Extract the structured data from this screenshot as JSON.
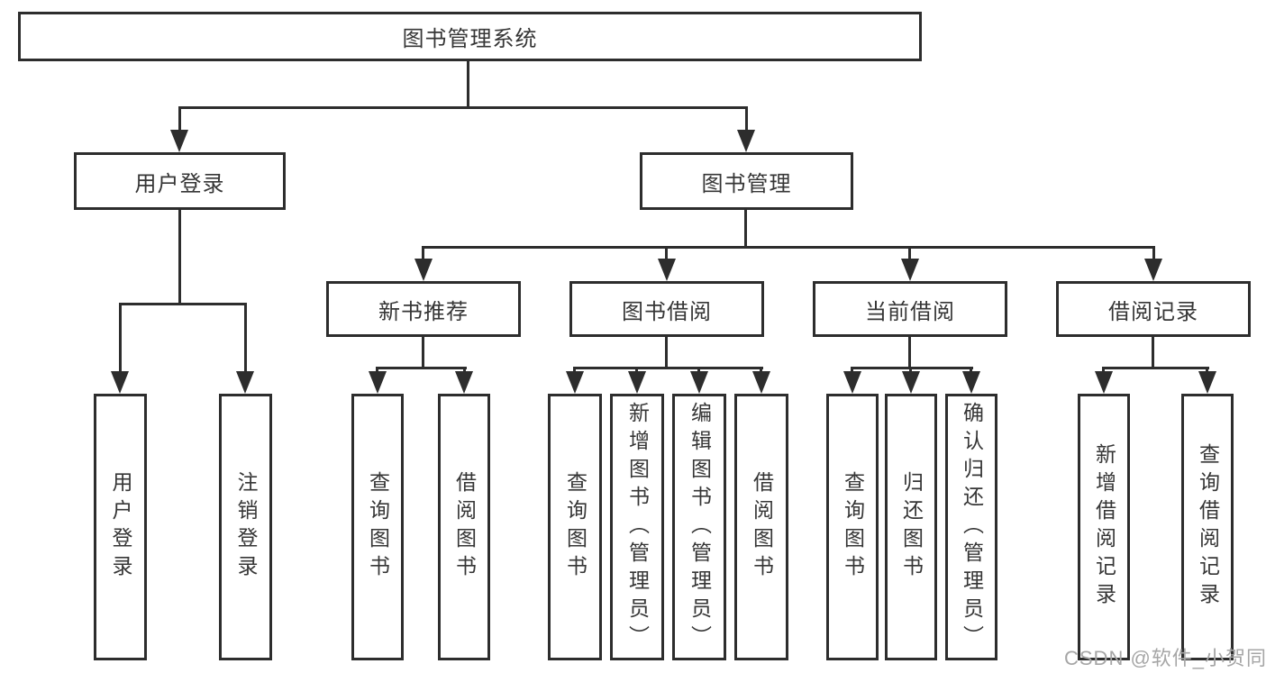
{
  "root": {
    "label": "图书管理系统"
  },
  "login": {
    "label": "用户登录",
    "children": [
      {
        "label": "用户登录"
      },
      {
        "label": "注销登录"
      }
    ]
  },
  "mgmt": {
    "label": "图书管理",
    "sections": [
      {
        "label": "新书推荐",
        "children": [
          {
            "label": "查询图书"
          },
          {
            "label": "借阅图书"
          }
        ]
      },
      {
        "label": "图书借阅",
        "children": [
          {
            "label": "查询图书"
          },
          {
            "label": "新增图书（管理员）"
          },
          {
            "label": "编辑图书（管理员）"
          },
          {
            "label": "借阅图书"
          }
        ]
      },
      {
        "label": "当前借阅",
        "children": [
          {
            "label": "查询图书"
          },
          {
            "label": "归还图书"
          },
          {
            "label": "确认归还（管理员）"
          }
        ]
      },
      {
        "label": "借阅记录",
        "children": [
          {
            "label": "新增借阅记录"
          },
          {
            "label": "查询借阅记录"
          }
        ]
      }
    ]
  },
  "watermark": {
    "text": "CSDN @软件_小贺同学"
  },
  "colors": {
    "line": "#2d2d2d",
    "box_border": "#2d2d2d",
    "box_background": "#ffffff",
    "text": "#363636",
    "watermark": "#a6a6a6",
    "page_background": "#ffffff"
  }
}
